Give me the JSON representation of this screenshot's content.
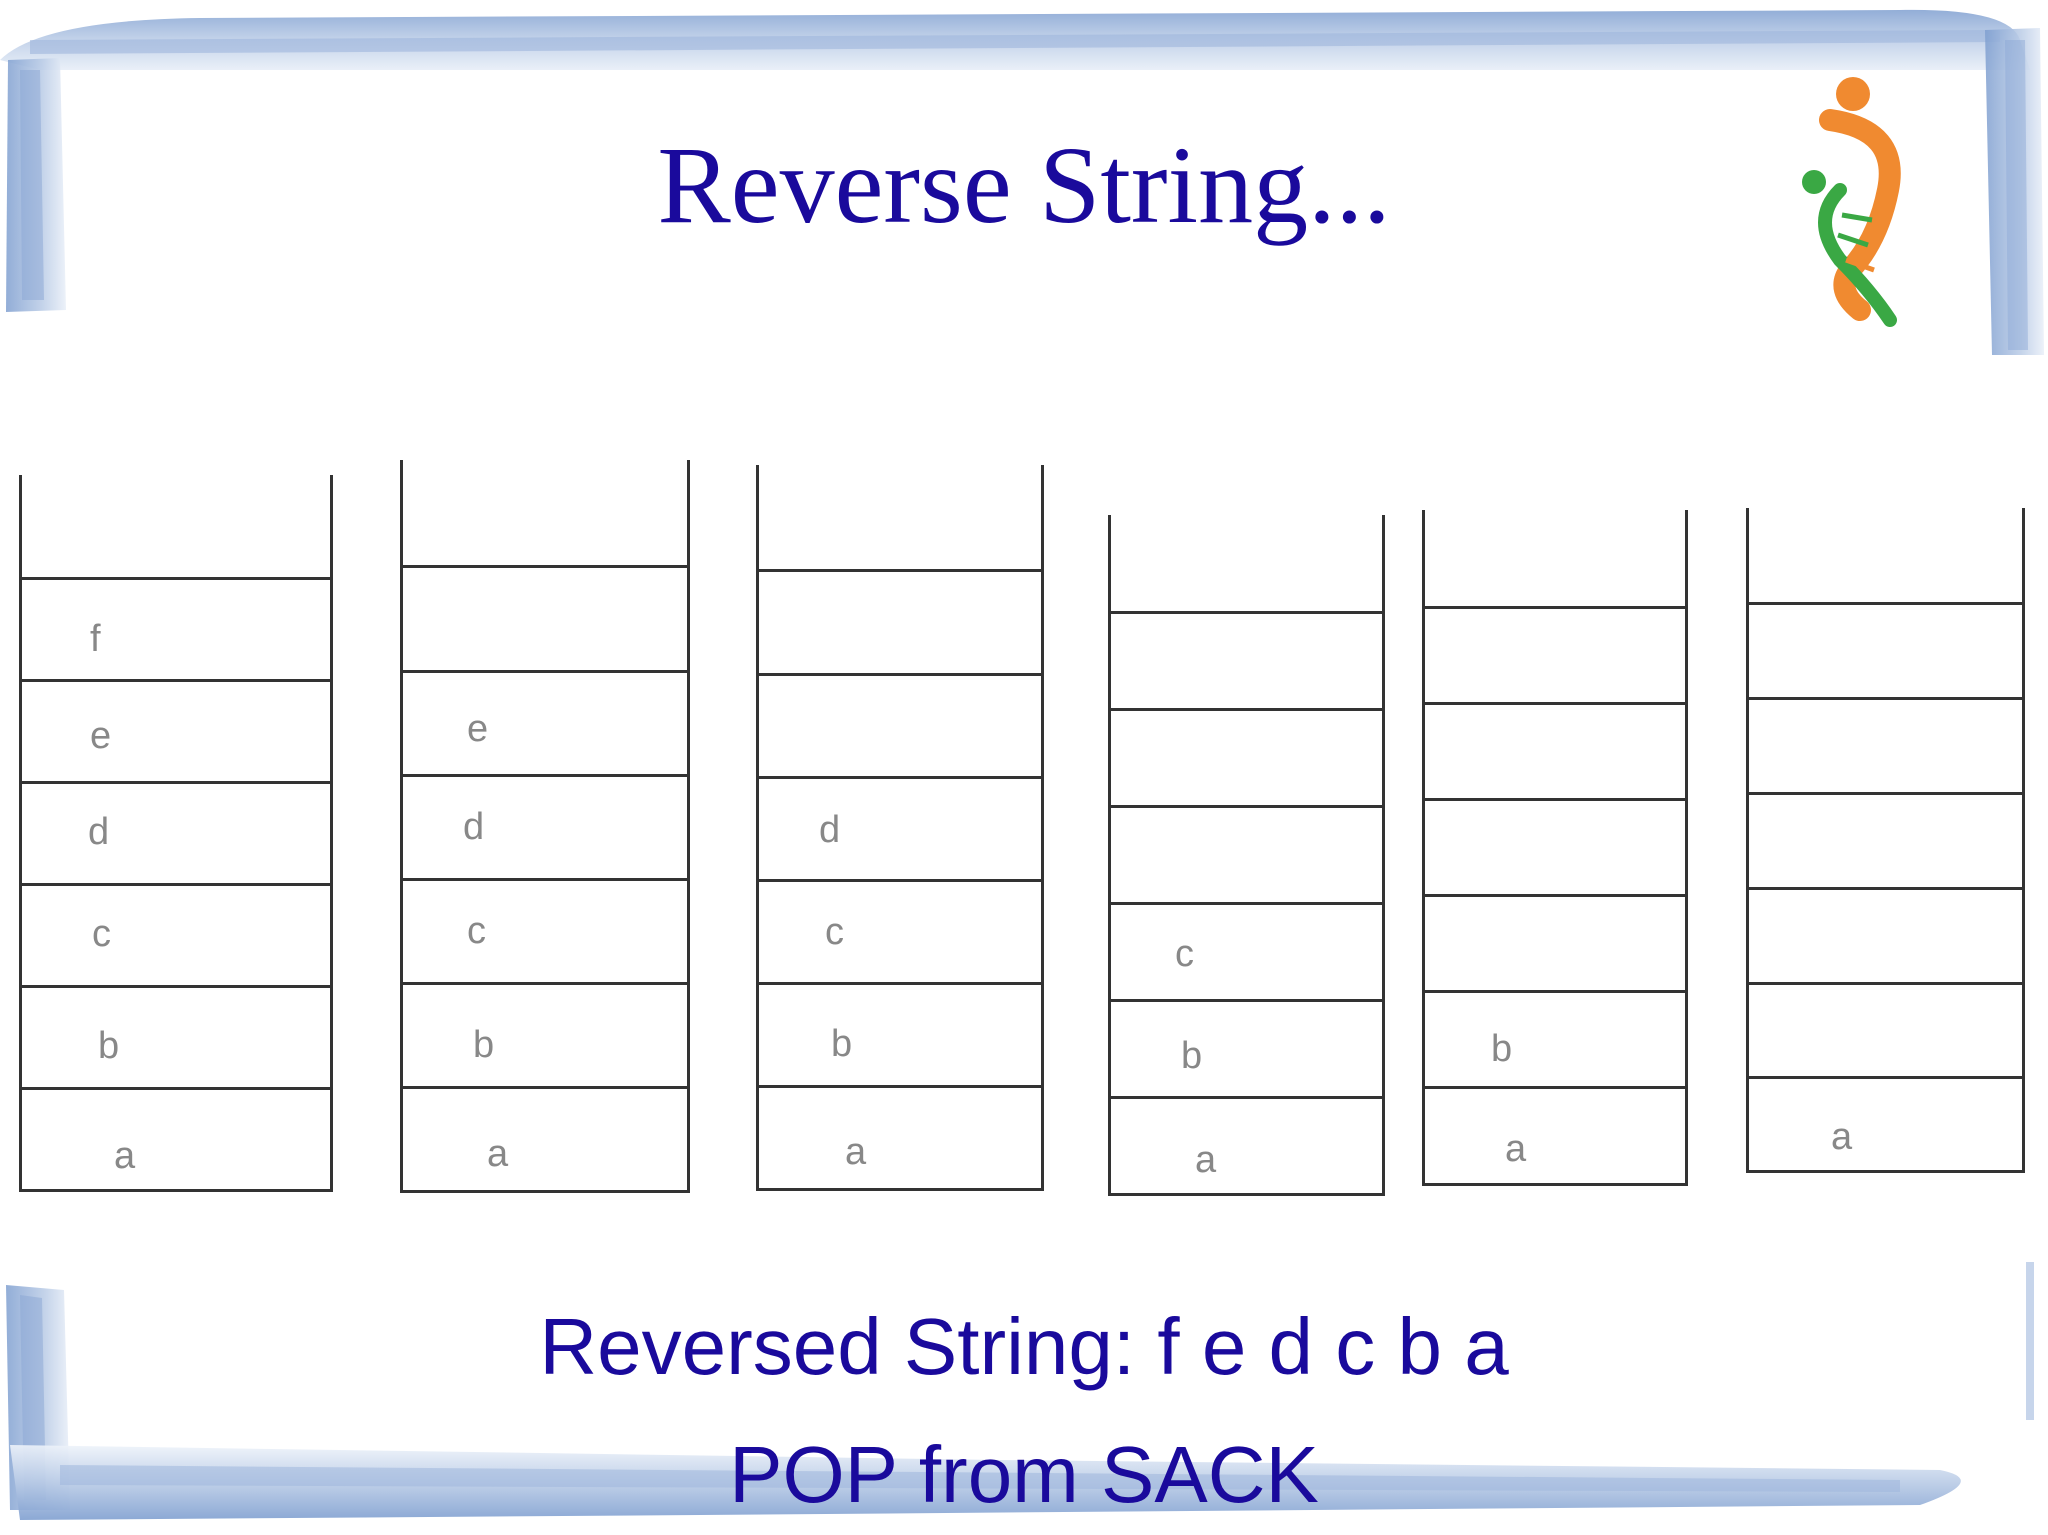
{
  "slide": {
    "title": "Reverse String...",
    "reversed_line": "Reversed String: f e d c b a",
    "pop_line": "POP from SACK"
  },
  "colors": {
    "title": "#1a0a9c",
    "text": "#1a0a9c",
    "stack_lines": "#333333",
    "slot_text": "#888888",
    "frame_blue": "#a9c0e0",
    "logo_orange": "#f08a30",
    "logo_green": "#3aa844"
  },
  "stacks": [
    {
      "name": "stack-1",
      "items": [
        "a",
        "b",
        "c",
        "d",
        "e",
        "f"
      ]
    },
    {
      "name": "stack-2",
      "items": [
        "a",
        "b",
        "c",
        "d",
        "e"
      ]
    },
    {
      "name": "stack-3",
      "items": [
        "a",
        "b",
        "c",
        "d"
      ]
    },
    {
      "name": "stack-4",
      "items": [
        "a",
        "b",
        "c"
      ]
    },
    {
      "name": "stack-5",
      "items": [
        "a",
        "b"
      ]
    },
    {
      "name": "stack-6",
      "items": [
        "a"
      ]
    }
  ]
}
